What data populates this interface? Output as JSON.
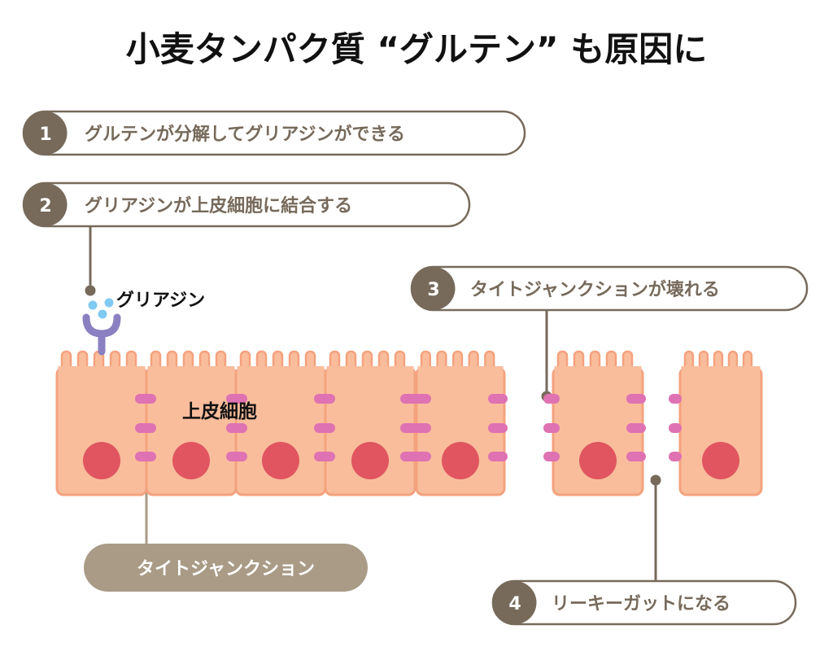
{
  "title": "小麦タンパク質 “グルテン” も原因に",
  "steps": [
    {
      "number": "1",
      "text": "グルテンが分解してグリアジンができる"
    },
    {
      "number": "2",
      "text": "グリアジンが上皮細胞に結合する"
    },
    {
      "number": "3",
      "text": "タイトジャンクションが壊れる"
    },
    {
      "number": "4",
      "text": "リーキーガットになる"
    }
  ],
  "labels": {
    "gliadin": "グリアジン",
    "epithelial_cells": "上皮細胞",
    "tight_junction": "タイトジャンクション"
  },
  "colors": {
    "brown": "#776a5b",
    "tan": "#a99b86",
    "cell": "#f9bd9c",
    "cell_border": "#f4a27e",
    "nucleus": "#e05560",
    "junction": "#df72b2",
    "receptor": "#8b80c2",
    "gliadin_dots": "#7fcaf2"
  }
}
